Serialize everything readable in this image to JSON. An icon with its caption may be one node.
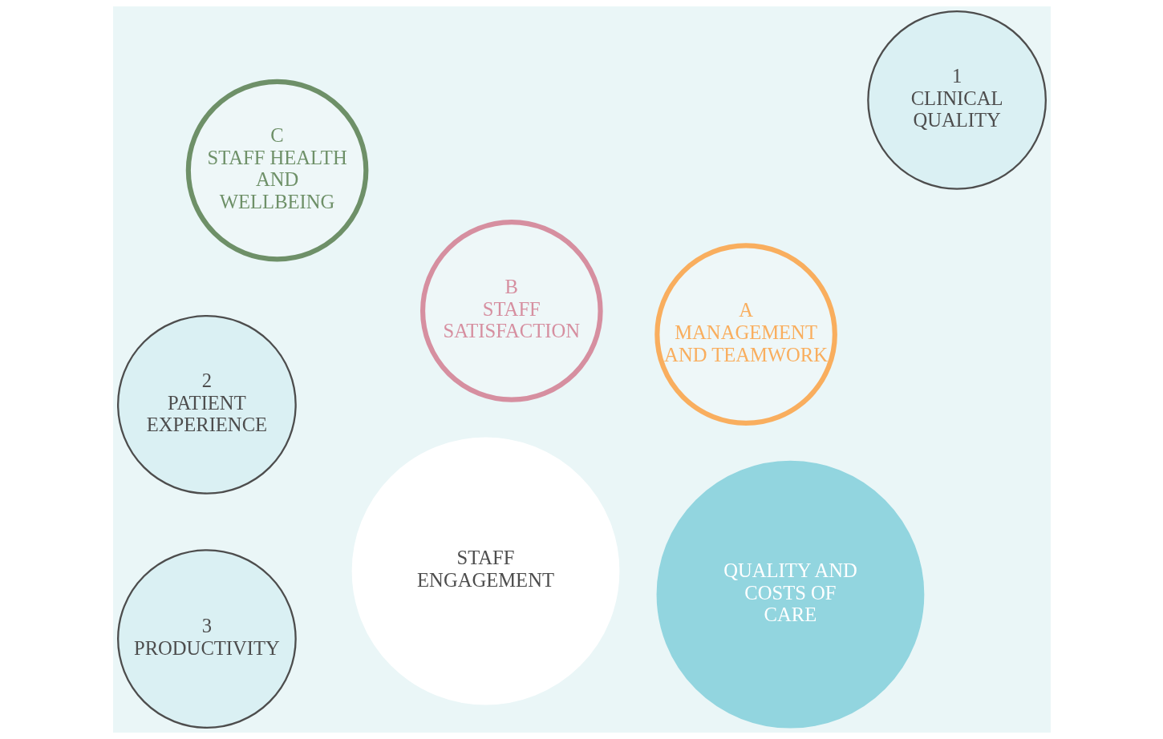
{
  "diagram": {
    "nodes": [
      {
        "text": [
          "A",
          "MANAGEMENT AND TEAMWORK"
        ]
      },
      {
        "text": [
          "B",
          "STAFF SATISFACTION"
        ]
      },
      {
        "text": [
          "STAFF ENGAGEMENT"
        ]
      },
      {
        "text": [
          "C",
          "STAFF HEALTH AND WELLBEING"
        ]
      },
      {
        "text": [
          "1",
          "CLINICAL QUALITY"
        ]
      },
      {
        "text": [
          "QUALITY AND COSTS OF CARE"
        ]
      },
      {
        "text": [
          "2",
          "PATIENT EXPERIENCE"
        ]
      },
      {
        "text": [
          "3",
          "PRODUCTIVITY"
        ]
      }
    ]
  }
}
